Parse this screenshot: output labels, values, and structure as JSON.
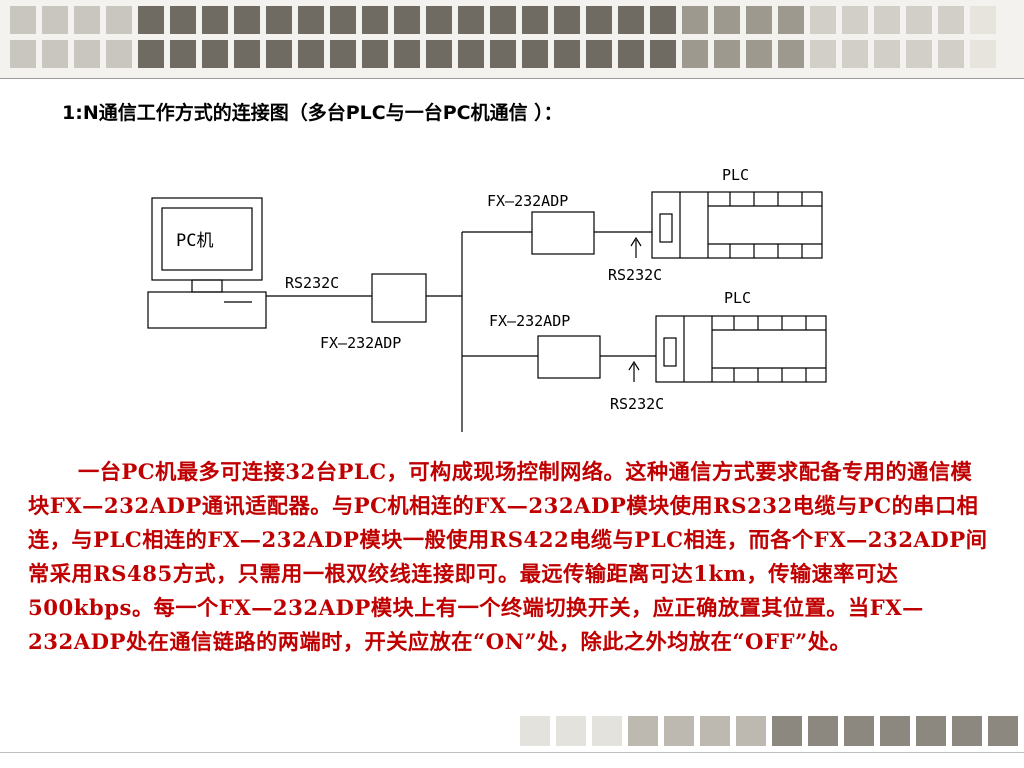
{
  "slide": {
    "title": "1:N通信工作方式的连接图（多台PLC与一台PC机通信 ）：",
    "paragraph": "一台PC机最多可连接32台PLC，可构成现场控制网络。这种通信方式要求配备专用的通信模块FX—232ADP通讯适配器。与PC机相连的FX—232ADP模块使用RS232电缆与PC的串口相连，与PLC相连的FX—232ADP模块一般使用RS422电缆与PLC相连，而各个FX—232ADP间常采用RS485方式，只需用一根双绞线连接即可。最远传输距离可达1km，传输速率可达500kbps。每一个FX—232ADP模块上有一个终端切换开关，应正确放置其位置。当FX—232ADP处在通信链路的两端时，开关应放在“ON”处，除此之外均放在“OFF”处。"
  },
  "diagram": {
    "pc_label": "PC机",
    "rs232_pc": "RS232C",
    "adp_main": "FX—232ADP",
    "adp_top": "FX—232ADP",
    "plc_top": "PLC",
    "rs232_top": "RS232C",
    "adp_bottom": "FX—232ADP",
    "plc_bottom": "PLC",
    "rs232_bottom": "RS232C"
  }
}
